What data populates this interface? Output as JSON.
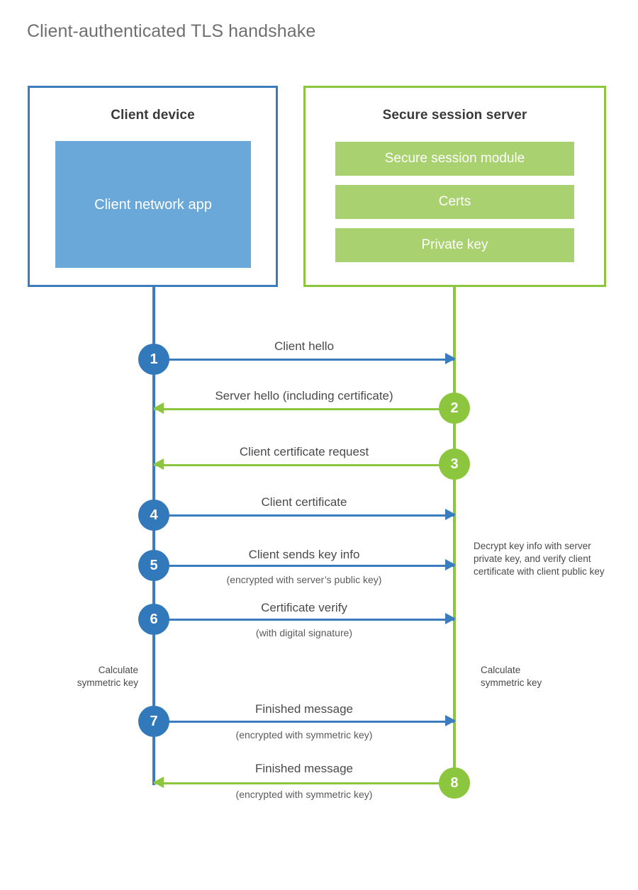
{
  "title": "Client-authenticated TLS handshake",
  "colors": {
    "client_blue": "#3b7cbe",
    "client_circle_blue": "#3279bb",
    "client_app_blue": "#69a8d8",
    "server_green": "#8cc63e",
    "server_bar_green": "#a9d16f",
    "title_gray": "#6f6f6f",
    "label_gray": "#4a4a4a"
  },
  "actors": {
    "client": {
      "title": "Client device",
      "app_label": "Client network app"
    },
    "server": {
      "title": "Secure session server",
      "modules": [
        {
          "label": "Secure session module"
        },
        {
          "label": "Certs"
        },
        {
          "label": "Private key"
        }
      ]
    }
  },
  "messages": [
    {
      "number": "1",
      "label": "Client hello",
      "sublabel": "",
      "direction": "client-to-server",
      "color": "#3b7cbe"
    },
    {
      "number": "2",
      "label": "Server hello (including certificate)",
      "sublabel": "",
      "direction": "server-to-client",
      "color": "#8cc63e"
    },
    {
      "number": "3",
      "label": "Client certificate request",
      "sublabel": "",
      "direction": "server-to-client",
      "color": "#8cc63e"
    },
    {
      "number": "4",
      "label": "Client certificate",
      "sublabel": "",
      "direction": "client-to-server",
      "color": "#3b7cbe"
    },
    {
      "number": "5",
      "label": "Client sends key info",
      "sublabel": "(encrypted with server’s public key)",
      "direction": "client-to-server",
      "color": "#3b7cbe"
    },
    {
      "number": "6",
      "label": "Certificate verify",
      "sublabel": "(with digital signature)",
      "direction": "client-to-server",
      "color": "#3b7cbe"
    },
    {
      "number": "7",
      "label": "Finished message",
      "sublabel": "(encrypted with symmetric key)",
      "direction": "client-to-server",
      "color": "#3b7cbe"
    },
    {
      "number": "8",
      "label": "Finished message",
      "sublabel": "(encrypted with symmetric key)",
      "direction": "server-to-client",
      "color": "#8cc63e"
    }
  ],
  "annotations": {
    "server_decrypt_note": "Decrypt key info with server private key, and verify client certificate with client public key",
    "client_calculate_note": "Calculate\nsymmetric key",
    "server_calculate_note": "Calculate\nsymmetric key"
  }
}
